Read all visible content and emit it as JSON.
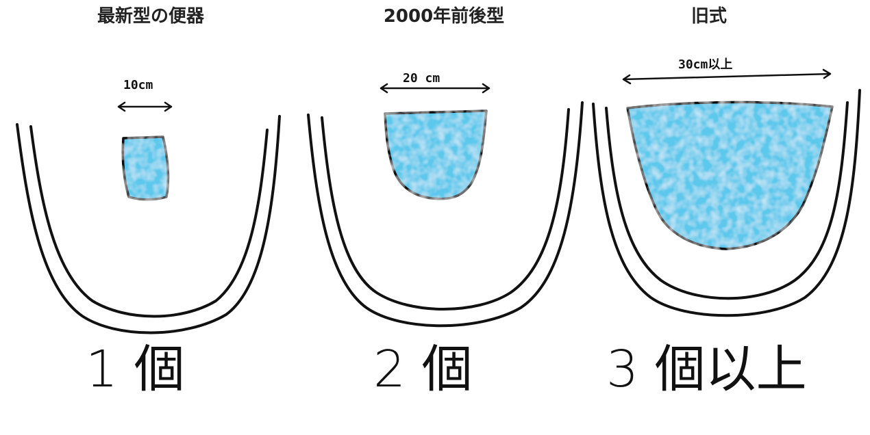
{
  "panels": [
    {
      "title": "最新型の便器",
      "width_label": "10cm",
      "count_label": "1 個"
    },
    {
      "title": "2000年前後型",
      "width_label": "20 cm",
      "count_label": "2 個"
    },
    {
      "title": "旧式",
      "width_label": "30cm以上",
      "count_label": "3 個以上"
    }
  ],
  "colors": {
    "water": "#5cc8ec",
    "line": "#111111"
  }
}
